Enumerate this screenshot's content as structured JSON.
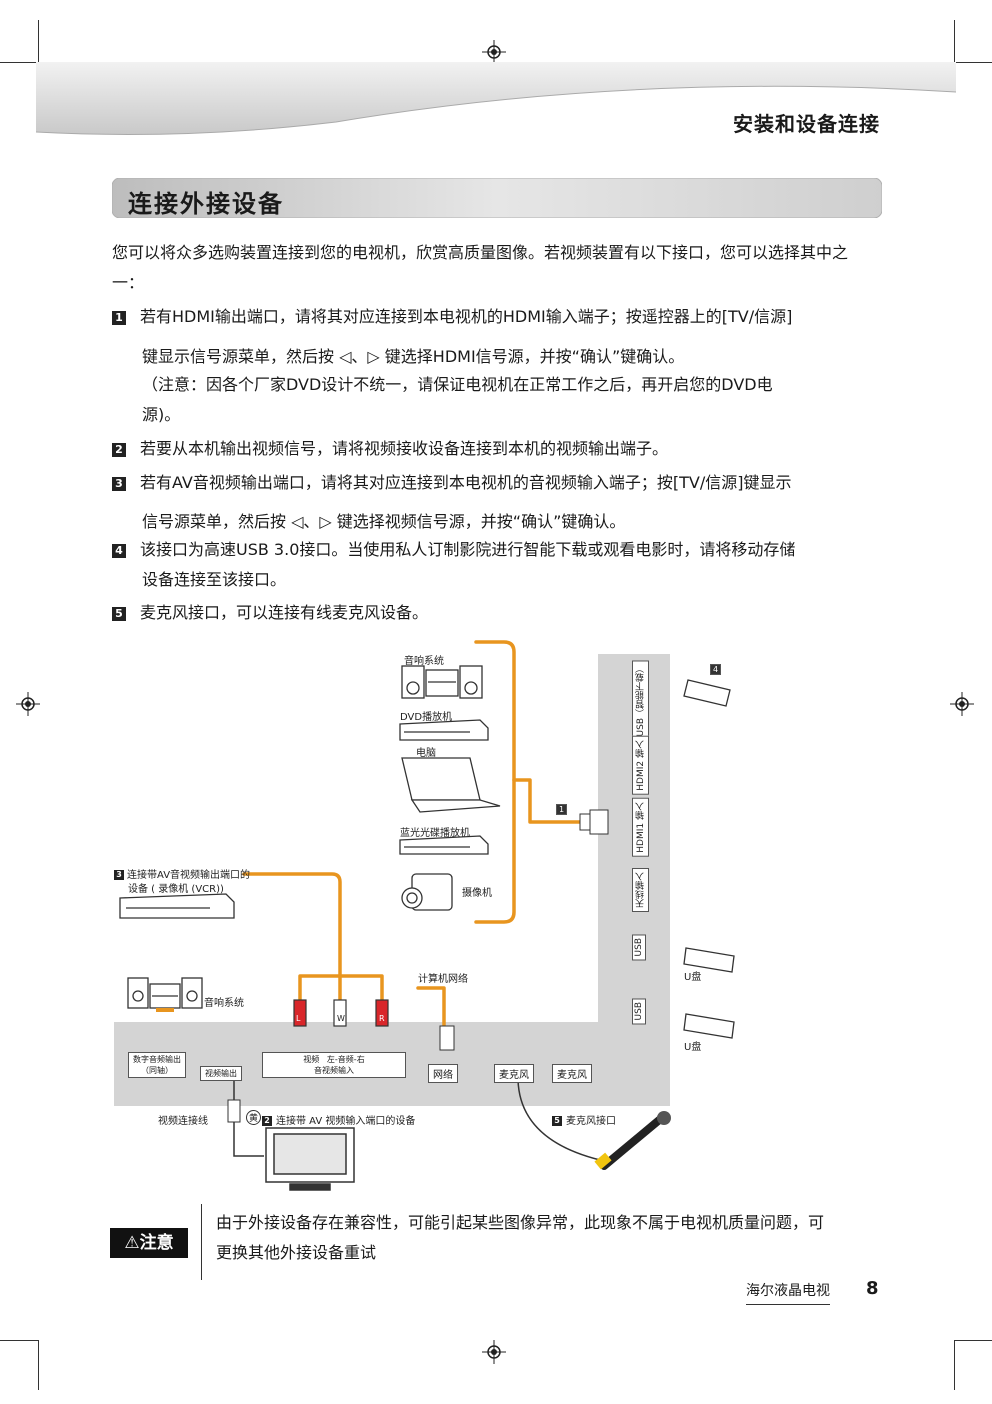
{
  "header": {
    "chapter_title": "安装和设备连接"
  },
  "section": {
    "title": "连接外接设备"
  },
  "intro": "您可以将众多选购装置连接到您的电视机，欣赏高质量图像。若视频装置有以下接口，您可以选择其中之一：",
  "items": [
    {
      "num": "1",
      "line1": "若有HDMI输出端口，请将其对应连接到本电视机的HDMI输入端子；按遥控器上的[TV/信源]",
      "line2": "键显示信号源菜单，然后按 ◁、▷ 键选择HDMI信号源，并按“确认”键确认。",
      "line3": "（注意：因各个厂家DVD设计不统一，请保证电视机在正常工作之后，再开启您的DVD电",
      "line4": "源)。"
    },
    {
      "num": "2",
      "line1": "若要从本机输出视频信号，请将视频接收设备连接到本机的视频输出端子。"
    },
    {
      "num": "3",
      "line1": "若有AV音视频输出端口，请将其对应连接到本电视机的音视频输入端子；按[TV/信源]键显示",
      "line2": "信号源菜单，然后按 ◁、▷ 键选择视频信号源，并按“确认”键确认。"
    },
    {
      "num": "4",
      "line1": "该接口为高速USB 3.0接口。当使用私人订制影院进行智能下载或观看电影时，请将移动存储",
      "line2": "设备连接至该接口。"
    },
    {
      "num": "5",
      "line1": "麦克风接口，可以连接有线麦克风设备。"
    }
  ],
  "diagram": {
    "audio_system_top": "音响系统",
    "dvd_player": "DVD播放机",
    "computer": "电脑",
    "bluray_player": "蓝光光碟播放机",
    "camcorder": "摄像机",
    "av_device_label_num": "3",
    "av_device_line1": "连接带AV音视频输出端口的",
    "av_device_line2": "设备 ( 录像机 (VCR))",
    "audio_system_bottom": "音响系统",
    "computer_network": "计算机网络",
    "port_usb_smart": "USB（智能下载）",
    "port_hdmi2": "HDMI2 输入",
    "port_hdmi1": "HDMI1 输入",
    "port_antenna": "天线输入",
    "port_usb_a": "USB",
    "port_usb_b": "USB",
    "usb_disk_a": "U盘",
    "usb_disk_b": "U盘",
    "badge_1": "1",
    "badge_4": "4",
    "digital_audio_out_line1": "数字音频输出",
    "digital_audio_out_line2": "（同轴）",
    "video_out": "视频输出",
    "av_in_video": "视频",
    "av_in_left": "左",
    "av_in_audio": "-音频-",
    "av_in_right": "右",
    "av_in_label": "音视频输入",
    "network": "网络",
    "mic_a": "麦克风",
    "mic_b": "麦克风",
    "plug_w": "W",
    "plug_r": "R",
    "video_cable": "视频连接线",
    "yellow": "黄",
    "label2_num": "2",
    "label2_text": "连接带 AV 视频输入端口的设备",
    "label5_num": "5",
    "label5_text": "麦克风接口"
  },
  "note": {
    "badge": "注意",
    "text_line1": "由于外接设备存在兼容性，可能引起某些图像异常，此现象不属于电视机质量问题，可",
    "text_line2": "更换其他外接设备重试"
  },
  "footer": {
    "brand": "海尔液晶电视",
    "page_number": "8"
  },
  "colors": {
    "cable": "#e8951f",
    "panel": "#d4d4d4",
    "title_bar": "#c8c8c8"
  }
}
